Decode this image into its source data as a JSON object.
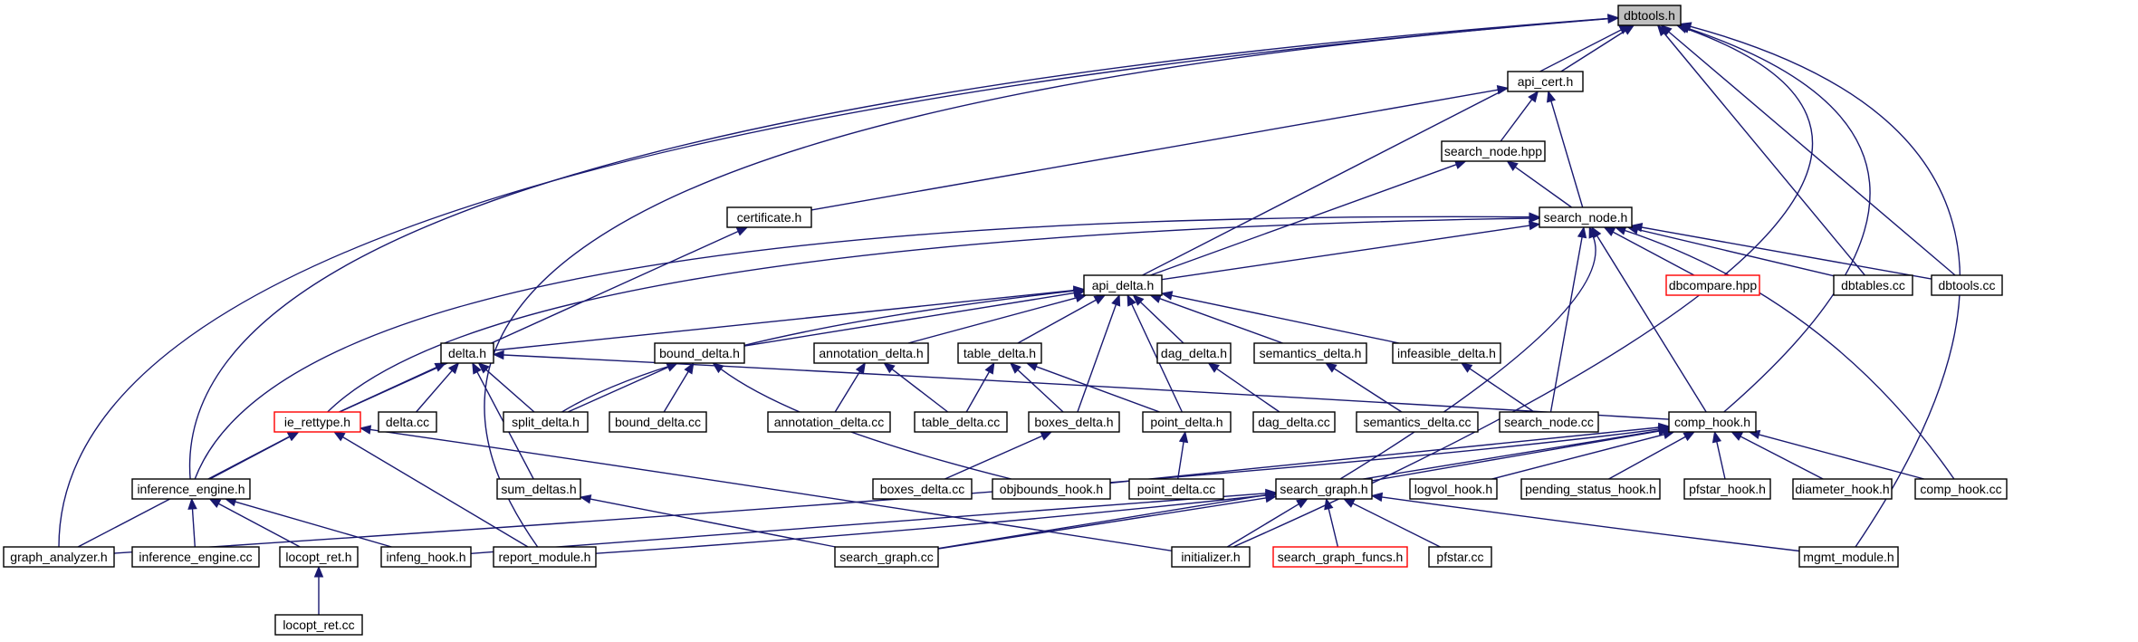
{
  "title": "",
  "nodes": [
    {
      "id": "dbtools_h",
      "label": "dbtools.h",
      "style": "root"
    },
    {
      "id": "api_cert_h",
      "label": "api_cert.h"
    },
    {
      "id": "search_node_hpp",
      "label": "search_node.hpp"
    },
    {
      "id": "certificate_h",
      "label": "certificate.h"
    },
    {
      "id": "search_node_h",
      "label": "search_node.h"
    },
    {
      "id": "dbcompare_hpp",
      "label": "dbcompare.hpp",
      "style": "red"
    },
    {
      "id": "dbtables_cc",
      "label": "dbtables.cc"
    },
    {
      "id": "dbtools_cc",
      "label": "dbtools.cc"
    },
    {
      "id": "api_delta_h",
      "label": "api_delta.h"
    },
    {
      "id": "delta_h",
      "label": "delta.h"
    },
    {
      "id": "bound_delta_h",
      "label": "bound_delta.h"
    },
    {
      "id": "annotation_delta_h",
      "label": "annotation_delta.h"
    },
    {
      "id": "table_delta_h",
      "label": "table_delta.h"
    },
    {
      "id": "dag_delta_h",
      "label": "dag_delta.h"
    },
    {
      "id": "semantics_delta_h",
      "label": "semantics_delta.h"
    },
    {
      "id": "infeasible_delta_h",
      "label": "infeasible_delta.h"
    },
    {
      "id": "ie_rettype_h",
      "label": "ie_rettype.h",
      "style": "red"
    },
    {
      "id": "delta_cc",
      "label": "delta.cc"
    },
    {
      "id": "split_delta_h",
      "label": "split_delta.h"
    },
    {
      "id": "bound_delta_cc",
      "label": "bound_delta.cc"
    },
    {
      "id": "annotation_delta_cc",
      "label": "annotation_delta.cc"
    },
    {
      "id": "table_delta_cc",
      "label": "table_delta.cc"
    },
    {
      "id": "boxes_delta_h",
      "label": "boxes_delta.h"
    },
    {
      "id": "point_delta_h",
      "label": "point_delta.h"
    },
    {
      "id": "dag_delta_cc",
      "label": "dag_delta.cc"
    },
    {
      "id": "semantics_delta_cc",
      "label": "semantics_delta.cc"
    },
    {
      "id": "search_node_cc",
      "label": "search_node.cc"
    },
    {
      "id": "comp_hook_h",
      "label": "comp_hook.h"
    },
    {
      "id": "inference_engine_h",
      "label": "inference_engine.h"
    },
    {
      "id": "sum_deltas_h",
      "label": "sum_deltas.h"
    },
    {
      "id": "boxes_delta_cc",
      "label": "boxes_delta.cc"
    },
    {
      "id": "objbounds_hook_h",
      "label": "objbounds_hook.h"
    },
    {
      "id": "point_delta_cc",
      "label": "point_delta.cc"
    },
    {
      "id": "search_graph_h",
      "label": "search_graph.h"
    },
    {
      "id": "logvol_hook_h",
      "label": "logvol_hook.h"
    },
    {
      "id": "pending_status_hook_h",
      "label": "pending_status_hook.h"
    },
    {
      "id": "pfstar_hook_h",
      "label": "pfstar_hook.h"
    },
    {
      "id": "diameter_hook_h",
      "label": "diameter_hook.h"
    },
    {
      "id": "comp_hook_cc",
      "label": "comp_hook.cc"
    },
    {
      "id": "graph_analyzer_h",
      "label": "graph_analyzer.h"
    },
    {
      "id": "inference_engine_cc",
      "label": "inference_engine.cc"
    },
    {
      "id": "locopt_ret_h",
      "label": "locopt_ret.h"
    },
    {
      "id": "infeng_hook_h",
      "label": "infeng_hook.h"
    },
    {
      "id": "report_module_h",
      "label": "report_module.h"
    },
    {
      "id": "search_graph_cc",
      "label": "search_graph.cc"
    },
    {
      "id": "initializer_h",
      "label": "initializer.h"
    },
    {
      "id": "search_graph_funcs_h",
      "label": "search_graph_funcs.h",
      "style": "red"
    },
    {
      "id": "pfstar_cc",
      "label": "pfstar.cc"
    },
    {
      "id": "mgmt_module_h",
      "label": "mgmt_module.h"
    },
    {
      "id": "locopt_ret_cc",
      "label": "locopt_ret.cc"
    }
  ],
  "edges": [
    [
      "api_cert_h",
      "dbtools_h"
    ],
    [
      "api_delta_h",
      "dbtools_h"
    ],
    [
      "dbtables_cc",
      "dbtools_h"
    ],
    [
      "dbtools_cc",
      "dbtools_h"
    ],
    [
      "comp_hook_h",
      "dbtools_h"
    ],
    [
      "inference_engine_h",
      "dbtools_h"
    ],
    [
      "graph_analyzer_h",
      "dbtools_h"
    ],
    [
      "report_module_h",
      "dbtools_h"
    ],
    [
      "initializer_h",
      "dbtools_h"
    ],
    [
      "mgmt_module_h",
      "dbtools_h"
    ],
    [
      "search_node_hpp",
      "api_cert_h"
    ],
    [
      "search_node_h",
      "api_cert_h"
    ],
    [
      "certificate_h",
      "api_cert_h"
    ],
    [
      "search_node_h",
      "search_node_hpp"
    ],
    [
      "api_delta_h",
      "search_node_hpp"
    ],
    [
      "ie_rettype_h",
      "certificate_h"
    ],
    [
      "api_delta_h",
      "search_node_h"
    ],
    [
      "dbcompare_hpp",
      "search_node_h"
    ],
    [
      "dbtables_cc",
      "search_node_h"
    ],
    [
      "dbtools_cc",
      "search_node_h"
    ],
    [
      "search_node_cc",
      "search_node_h"
    ],
    [
      "comp_hook_h",
      "search_node_h"
    ],
    [
      "search_graph_h",
      "search_node_h"
    ],
    [
      "comp_hook_cc",
      "search_node_h"
    ],
    [
      "ie_rettype_h",
      "search_node_h"
    ],
    [
      "inference_engine_h",
      "search_node_h"
    ],
    [
      "delta_h",
      "api_delta_h"
    ],
    [
      "bound_delta_h",
      "api_delta_h"
    ],
    [
      "annotation_delta_h",
      "api_delta_h"
    ],
    [
      "table_delta_h",
      "api_delta_h"
    ],
    [
      "dag_delta_h",
      "api_delta_h"
    ],
    [
      "semantics_delta_h",
      "api_delta_h"
    ],
    [
      "infeasible_delta_h",
      "api_delta_h"
    ],
    [
      "split_delta_h",
      "api_delta_h"
    ],
    [
      "boxes_delta_h",
      "api_delta_h"
    ],
    [
      "point_delta_h",
      "api_delta_h"
    ],
    [
      "ie_rettype_h",
      "delta_h"
    ],
    [
      "delta_cc",
      "delta_h"
    ],
    [
      "split_delta_h",
      "delta_h"
    ],
    [
      "sum_deltas_h",
      "delta_h"
    ],
    [
      "comp_hook_h",
      "delta_h"
    ],
    [
      "split_delta_h",
      "bound_delta_h"
    ],
    [
      "bound_delta_cc",
      "bound_delta_h"
    ],
    [
      "objbounds_hook_h",
      "bound_delta_h"
    ],
    [
      "annotation_delta_cc",
      "annotation_delta_h"
    ],
    [
      "table_delta_cc",
      "annotation_delta_h"
    ],
    [
      "table_delta_cc",
      "table_delta_h"
    ],
    [
      "boxes_delta_h",
      "table_delta_h"
    ],
    [
      "point_delta_h",
      "table_delta_h"
    ],
    [
      "dag_delta_cc",
      "dag_delta_h"
    ],
    [
      "semantics_delta_cc",
      "semantics_delta_h"
    ],
    [
      "search_node_cc",
      "infeasible_delta_h"
    ],
    [
      "inference_engine_h",
      "ie_rettype_h"
    ],
    [
      "graph_analyzer_h",
      "ie_rettype_h"
    ],
    [
      "report_module_h",
      "ie_rettype_h"
    ],
    [
      "initializer_h",
      "ie_rettype_h"
    ],
    [
      "boxes_delta_cc",
      "boxes_delta_h"
    ],
    [
      "point_delta_cc",
      "point_delta_h"
    ],
    [
      "objbounds_hook_h",
      "comp_hook_h"
    ],
    [
      "search_graph_h",
      "comp_hook_h"
    ],
    [
      "logvol_hook_h",
      "comp_hook_h"
    ],
    [
      "pending_status_hook_h",
      "comp_hook_h"
    ],
    [
      "pfstar_hook_h",
      "comp_hook_h"
    ],
    [
      "diameter_hook_h",
      "comp_hook_h"
    ],
    [
      "comp_hook_cc",
      "comp_hook_h"
    ],
    [
      "search_graph_cc",
      "comp_hook_h"
    ],
    [
      "graph_analyzer_h",
      "comp_hook_h"
    ],
    [
      "inference_engine_cc",
      "inference_engine_h"
    ],
    [
      "locopt_ret_h",
      "inference_engine_h"
    ],
    [
      "infeng_hook_h",
      "inference_engine_h"
    ],
    [
      "search_graph_cc",
      "sum_deltas_h"
    ],
    [
      "infeng_hook_h",
      "search_graph_h"
    ],
    [
      "report_module_h",
      "search_graph_h"
    ],
    [
      "search_graph_cc",
      "search_graph_h"
    ],
    [
      "initializer_h",
      "search_graph_h"
    ],
    [
      "search_graph_funcs_h",
      "search_graph_h"
    ],
    [
      "pfstar_cc",
      "search_graph_h"
    ],
    [
      "mgmt_module_h",
      "search_graph_h"
    ],
    [
      "locopt_ret_cc",
      "locopt_ret_h"
    ]
  ]
}
